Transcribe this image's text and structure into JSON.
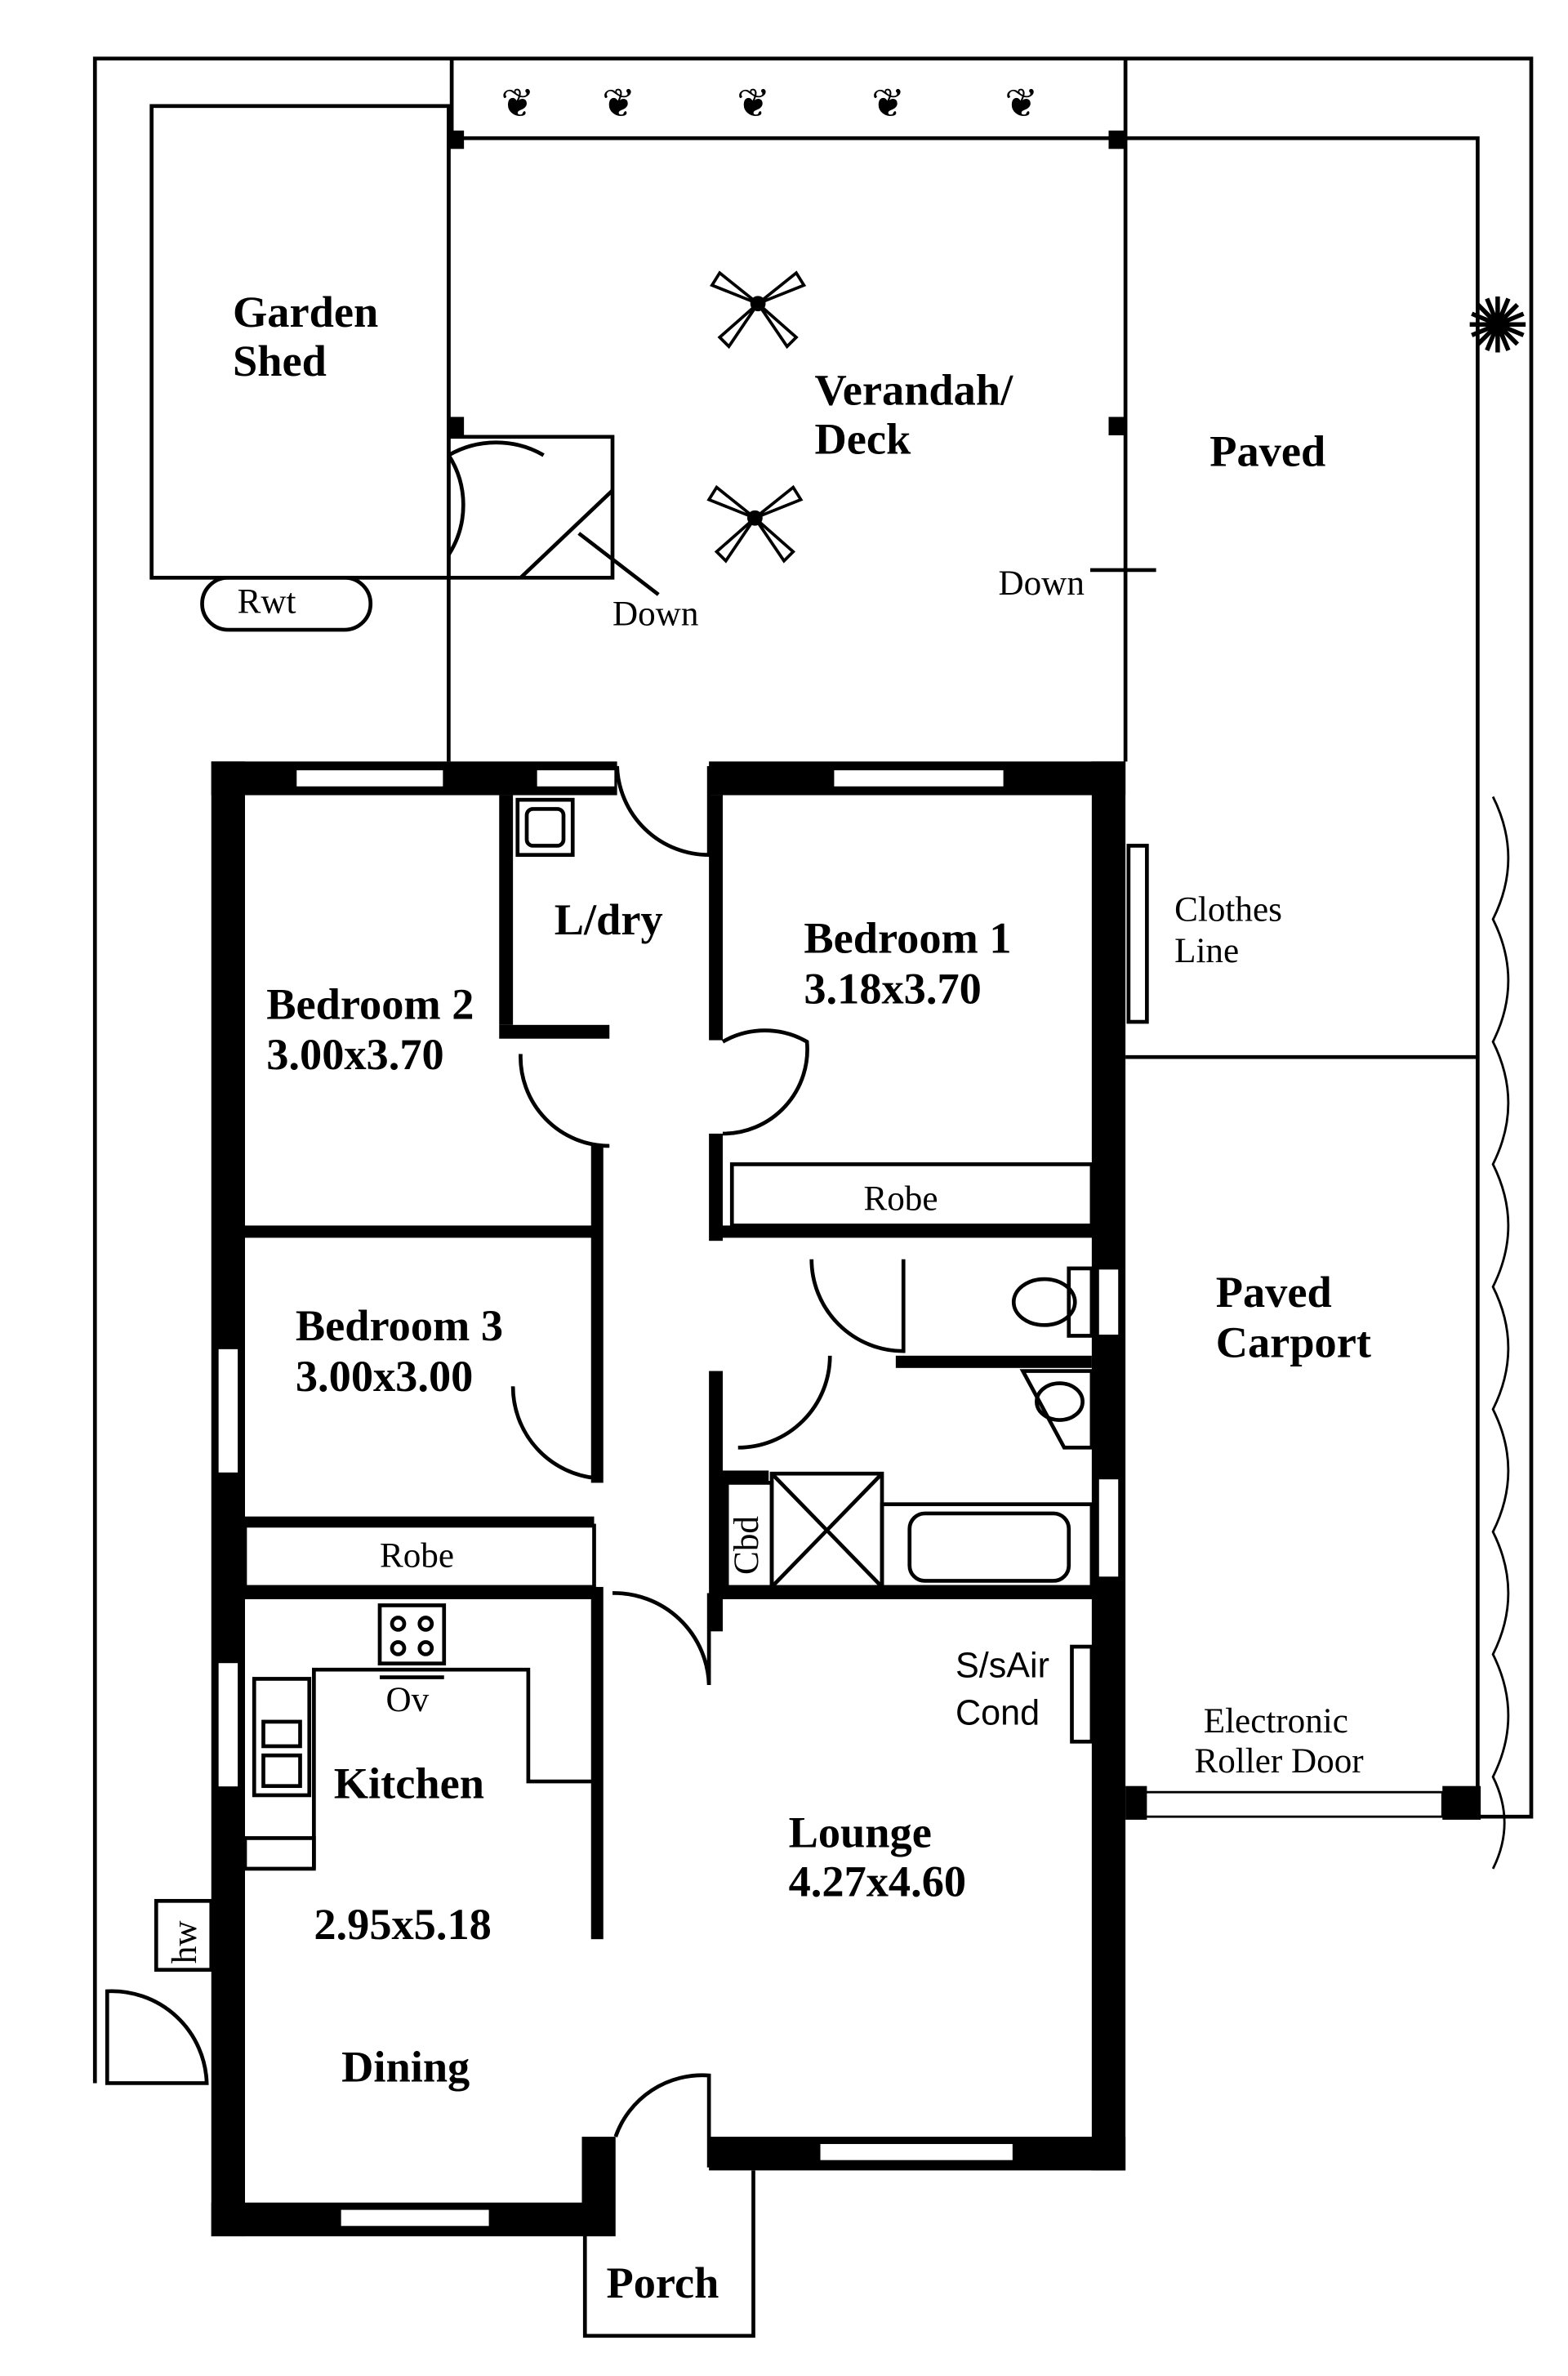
{
  "rooms": {
    "garden_shed": [
      "Garden",
      "Shed"
    ],
    "verandah": [
      "Verandah/",
      "Deck"
    ],
    "paved": "Paved",
    "paved_carport": [
      "Paved",
      "Carport"
    ],
    "laundry": "L/dry",
    "bedroom1": {
      "name": "Bedroom 1",
      "size": "3.18x3.70"
    },
    "bedroom2": {
      "name": "Bedroom 2",
      "size": "3.00x3.70"
    },
    "bedroom3": {
      "name": "Bedroom 3",
      "size": "3.00x3.00"
    },
    "kitchen": {
      "name": "Kitchen",
      "size": "2.95x5.18"
    },
    "dining": "Dining",
    "lounge": {
      "name": "Lounge",
      "size": "4.27x4.60"
    },
    "porch": "Porch"
  },
  "labels": {
    "rwt": "Rwt",
    "down1": "Down",
    "down2": "Down",
    "clothes_line": [
      "Clothes",
      "Line"
    ],
    "robe1": "Robe",
    "robe2": "Robe",
    "cbd": "Cbd",
    "oven": "Ov",
    "aircon": [
      "S/sAir",
      "Cond"
    ],
    "roller_door": [
      "Electronic",
      "Roller Door"
    ],
    "hw": "hw"
  }
}
